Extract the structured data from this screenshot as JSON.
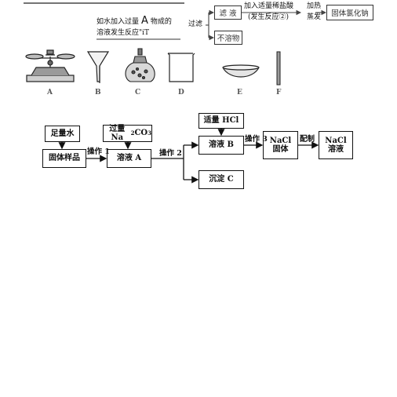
{
  "top_flow": {
    "left_note_line1_pre": "如水加入过量",
    "left_note_big_letter": "A",
    "left_note_line1_post": "物成的",
    "left_note_line2": "溶液发生反应\"iT",
    "guolv": "过滤",
    "filtrate": "滤  液",
    "insoluble": "不溶物",
    "add_acid_line1": "加入适量稀盐酸",
    "add_acid_line2": "(发生反应②)",
    "heat_line1": "加热",
    "heat_line2": "蒸发",
    "product": "固体氯化钠"
  },
  "apparatus": {
    "labels": [
      "A",
      "B",
      "C",
      "D",
      "E",
      "F"
    ]
  },
  "bottom_flow": {
    "water": "足量水",
    "sample": "固体样品",
    "reagent_pre": "过量 Na",
    "reagent_sub1": "2",
    "reagent_mid": "CO",
    "reagent_sub2": "3",
    "solution_a": "溶液 A",
    "hcl": "适量 HCl",
    "solution_b": "溶液 B",
    "precipitate": "沉淀 C",
    "nacl_solid_1": "NaCl",
    "nacl_solid_2": "固体",
    "nacl_sol_1": "NaCl",
    "nacl_sol_2": "溶液",
    "op1": "操作 1",
    "op2": "操作 2",
    "op3": "操作 3",
    "prepare": "配制"
  }
}
